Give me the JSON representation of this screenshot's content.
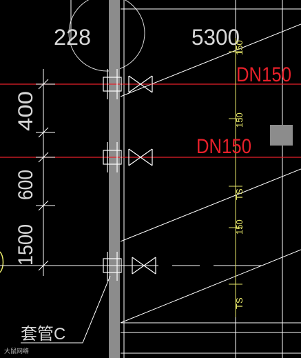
{
  "drawing": {
    "dim_top_left": "228",
    "dim_top_right": "5300",
    "dim_vertical_upper": "400",
    "dim_vertical_middle": "600",
    "dim_vertical_lower": "1500",
    "pipe_label_upper": "DN150",
    "pipe_label_lower": "DN150",
    "yellow_labels": [
      "150",
      "150",
      "TS",
      "150",
      "TS"
    ],
    "sleeve_label": "套管C",
    "watermark": "大鼠网络"
  },
  "colors": {
    "background": "#000000",
    "lines": "#ffffff",
    "pipe": "#e8202a",
    "yellow": "#e8e86a",
    "wall": "#8c8c8c"
  }
}
